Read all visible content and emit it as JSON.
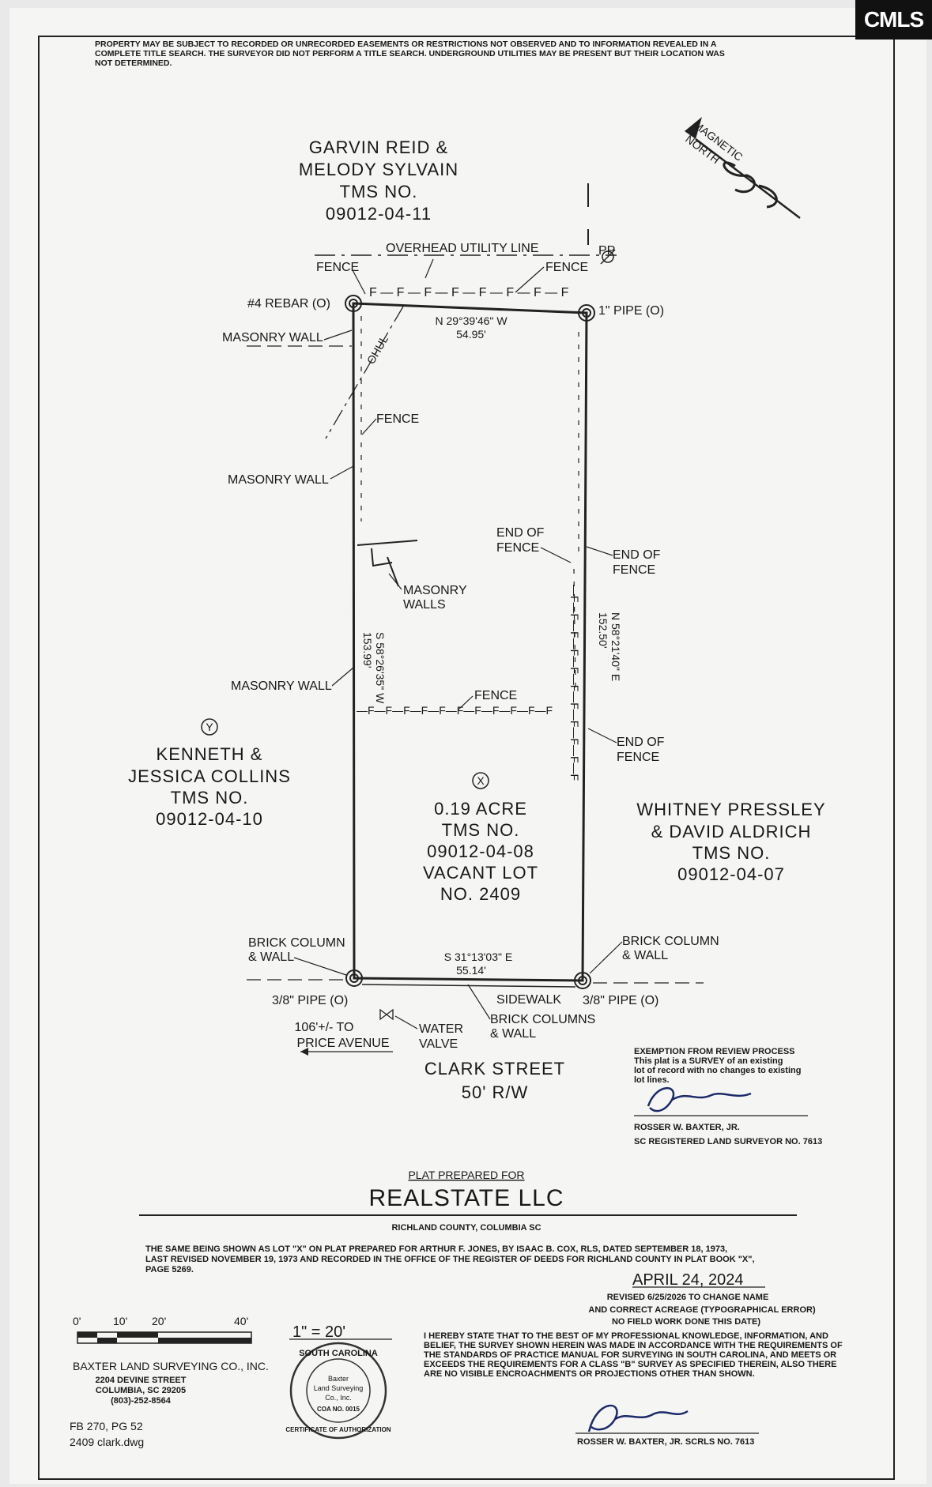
{
  "logo": {
    "text": "CMLS"
  },
  "header_note": [
    "PROPERTY MAY BE SUBJECT TO RECORDED OR UNRECORDED EASEMENTS OR RESTRICTIONS NOT OBSERVED AND TO INFORMATION REVEALED IN A",
    "COMPLETE TITLE SEARCH. THE SURVEYOR DID NOT PERFORM A TITLE SEARCH. UNDERGROUND UTILITIES MAY BE PRESENT BUT THEIR LOCATION WAS",
    "NOT DETERMINED."
  ],
  "north_arrow": {
    "line1": "MAGNETIC",
    "line2": "NORTH"
  },
  "owners": {
    "north": [
      "GARVIN REID &",
      "MELODY SYLVAIN",
      "TMS NO.",
      "09012-04-11"
    ],
    "west_marker": "Y",
    "west": [
      "KENNETH &",
      "JESSICA COLLINS",
      "TMS NO.",
      "09012-04-10"
    ],
    "subject_marker": "X",
    "subject": [
      "0.19 ACRE",
      "TMS NO.",
      "09012-04-08",
      "VACANT LOT",
      "NO. 2409"
    ],
    "east": [
      "WHITNEY PRESSLEY",
      "& DAVID ALDRICH",
      "TMS NO.",
      "09012-04-07"
    ]
  },
  "labels": {
    "overhead": "OVERHEAD UTILITY LINE",
    "pp": "PP",
    "fence": "FENCE",
    "rebar": "#4 REBAR (O)",
    "pipe_ne": "1\" PIPE (O)",
    "masonry_wall": "MASONRY WALL",
    "masonry_walls": [
      "MASONRY",
      "WALLS"
    ],
    "ohul": "OHUL",
    "end_of_fence": [
      "END OF",
      "FENCE"
    ],
    "fence_line_n": "F — F — F — F — F — F — F — F",
    "fence_line_mid": "—F—F—F—F—F—F—F—F—F—F—F",
    "brick_col": [
      "BRICK COLUMN",
      "& WALL"
    ],
    "brick_cols": [
      "BRICK COLUMNS",
      "& WALL"
    ],
    "pipe_sw": "3/8\" PIPE (O)",
    "pipe_se": "3/8\" PIPE (O)",
    "sidewalk": "SIDEWALK",
    "to_price": [
      "106'+/- TO",
      "PRICE AVENUE"
    ],
    "water_valve": [
      "WATER",
      "VALVE"
    ],
    "street": [
      "CLARK STREET",
      "50' R/W"
    ]
  },
  "bearings": {
    "north": [
      "N 29°39'46\" W",
      "54.95'"
    ],
    "west": [
      "S 58°26'35\" W",
      "153.99'"
    ],
    "east": [
      "N 58°21'40\" E",
      "152.50'"
    ],
    "south": [
      "S 31°13'03\" E",
      "55.14'"
    ]
  },
  "exemption": {
    "title": "EXEMPTION FROM REVIEW PROCESS",
    "lines": [
      "This plat is a SURVEY of an existing",
      "lot of record with no changes to existing",
      "lot lines."
    ],
    "surveyor": "ROSSER W. BAXTER, JR.",
    "license": "SC REGISTERED LAND SURVEYOR  NO. 7613"
  },
  "title_block": {
    "prepared_for": "PLAT  PREPARED  FOR",
    "client": "REALSTATE LLC",
    "county": "RICHLAND COUNTY, COLUMBIA SC",
    "reference": [
      "THE SAME BEING SHOWN AS LOT \"X\" ON PLAT PREPARED FOR ARTHUR F. JONES, BY ISAAC B. COX, RLS, DATED SEPTEMBER 18, 1973,",
      "LAST REVISED NOVEMBER 19, 1973 AND RECORDED IN THE OFFICE OF THE REGISTER OF DEEDS FOR RICHLAND COUNTY IN PLAT BOOK \"X\",",
      "PAGE 5269."
    ],
    "date": "APRIL 24, 2024",
    "revised": [
      "REVISED 6/25/2026 TO CHANGE NAME",
      "AND CORRECT ACREAGE (TYPOGRAPHICAL ERROR)",
      "NO FIELD WORK DONE THIS DATE)"
    ],
    "certification": [
      "I HEREBY STATE THAT TO THE BEST OF MY PROFESSIONAL KNOWLEDGE, INFORMATION, AND",
      "BELIEF, THE SURVEY SHOWN HEREIN WAS MADE IN ACCORDANCE WITH THE REQUIREMENTS OF",
      "THE STANDARDS OF PRACTICE MANUAL FOR SURVEYING IN SOUTH CAROLINA, AND MEETS OR",
      "EXCEEDS THE REQUIREMENTS FOR A CLASS \"B\" SURVEY AS SPECIFIED THEREIN, ALSO THERE",
      "ARE NO VISIBLE ENCROACHMENTS OR PROJECTIONS OTHER THAN SHOWN."
    ],
    "signer": "ROSSER W. BAXTER, JR.  SCRLS NO. 7613"
  },
  "scale": {
    "ticks": [
      "0'",
      "10'",
      "20'",
      "40'"
    ],
    "ratio": "1\" = 20'"
  },
  "firm": {
    "name": "BAXTER LAND SURVEYING CO., INC.",
    "address": [
      "2204 DEVINE STREET",
      "COLUMBIA, SC  29205",
      "(803)-252-8564"
    ],
    "fieldbook": "FB 270, PG 52",
    "file": "2409 clark.dwg"
  },
  "seal": {
    "ring_top": "SOUTH CAROLINA",
    "ring_bottom": "CERTIFICATE OF AUTHORIZATION",
    "center": [
      "Baxter",
      "Land Surveying",
      "Co., Inc."
    ],
    "coa": "COA NO. 0015"
  }
}
